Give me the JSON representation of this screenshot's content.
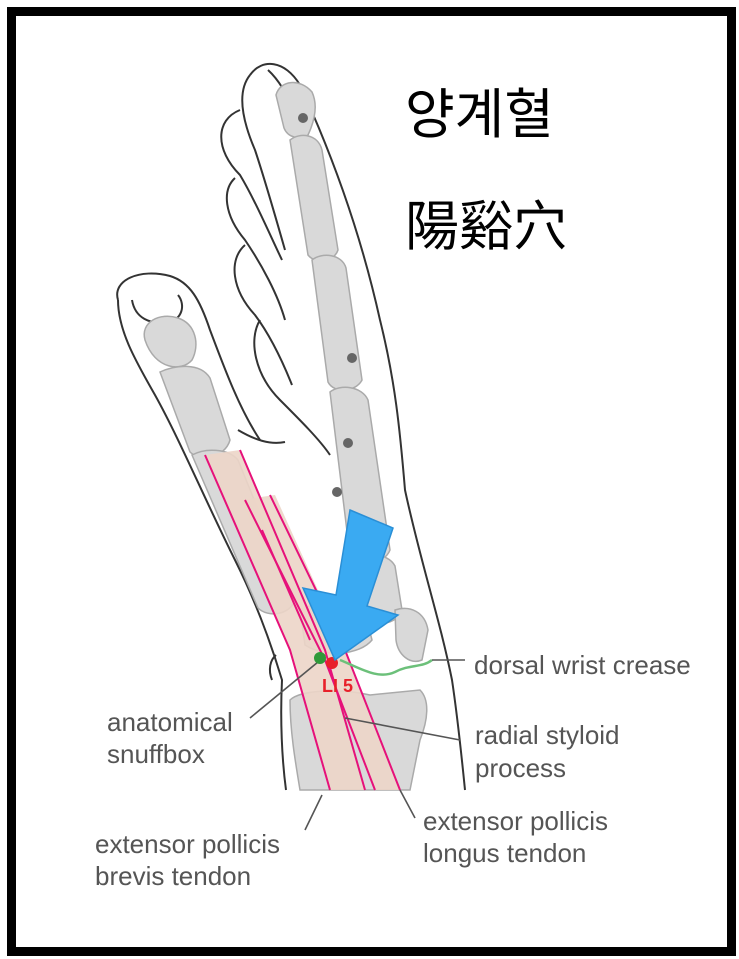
{
  "title_korean": "양계혈",
  "title_hanja": "陽谿穴",
  "point_label": "LI 5",
  "labels": {
    "dorsal_wrist_crease": "dorsal wrist crease",
    "anatomical": "anatomical",
    "snuffbox": "snuffbox",
    "radial_styloid": "radial styloid",
    "process": "process",
    "epl_1": "extensor pollicis",
    "epl_2": "longus tendon",
    "epb_1": "extensor pollicis",
    "epb_2": "brevis tendon"
  },
  "colors": {
    "arrow": "#3aaaf2",
    "point": "#e8202a",
    "snuffbox_point": "#2f9a3a",
    "tendon": "#e6117a",
    "bone": "#d9d9d9",
    "crease": "#6cc07a"
  }
}
